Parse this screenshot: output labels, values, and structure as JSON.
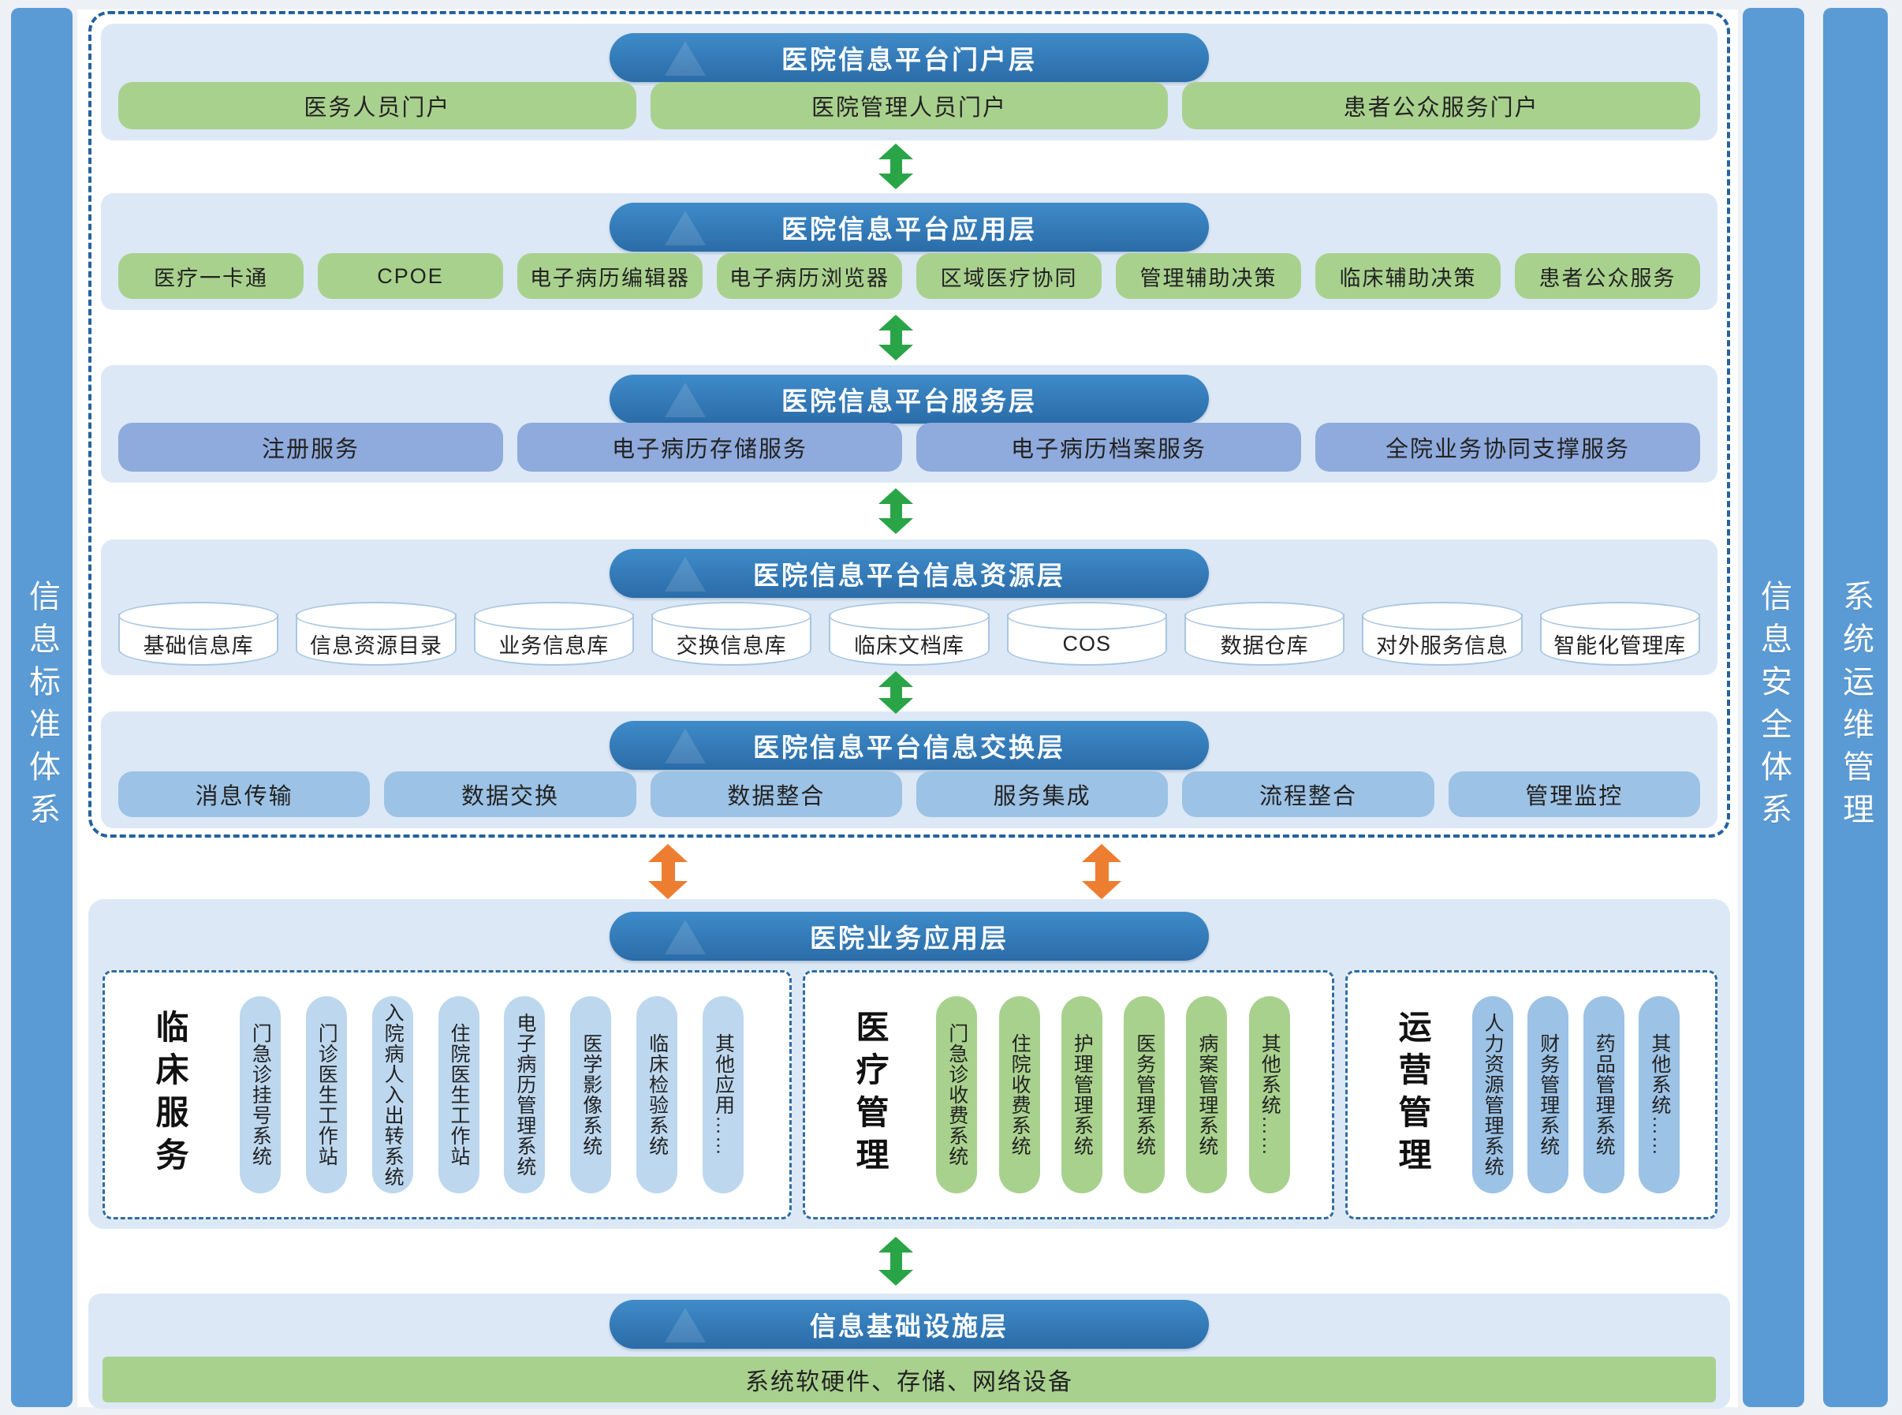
{
  "sidebars": {
    "left": "信息标准体系",
    "security": "信息安全体系",
    "operations": "系统运维管理"
  },
  "layers": {
    "portal": {
      "title": "医院信息平台门户层",
      "items": [
        "医务人员门户",
        "医院管理人员门户",
        "患者公众服务门户"
      ]
    },
    "application": {
      "title": "医院信息平台应用层",
      "items": [
        "医疗一卡通",
        "CPOE",
        "电子病历编辑器",
        "电子病历浏览器",
        "区域医疗协同",
        "管理辅助决策",
        "临床辅助决策",
        "患者公众服务"
      ]
    },
    "service": {
      "title": "医院信息平台服务层",
      "items": [
        "注册服务",
        "电子病历存储服务",
        "电子病历档案服务",
        "全院业务协同支撑服务"
      ]
    },
    "resource": {
      "title": "医院信息平台信息资源层",
      "items": [
        "基础信息库",
        "信息资源目录",
        "业务信息库",
        "交换信息库",
        "临床文档库",
        "COS",
        "数据仓库",
        "对外服务信息",
        "智能化管理库"
      ]
    },
    "exchange": {
      "title": "医院信息平台信息交换层",
      "items": [
        "消息传输",
        "数据交换",
        "数据整合",
        "服务集成",
        "流程整合",
        "管理监控"
      ]
    }
  },
  "business": {
    "title": "医院业务应用层",
    "groups": [
      {
        "label": "临床服务",
        "items": [
          "门急诊挂号系统",
          "门诊医生工作站",
          "入院病人入出转系统",
          "住院医生工作站",
          "电子病历管理系统",
          "医学影像系统",
          "临床检验系统",
          "其他应用……"
        ]
      },
      {
        "label": "医疗管理",
        "items": [
          "门急诊收费系统",
          "住院收费系统",
          "护理管理系统",
          "医务管理系统",
          "病案管理系统",
          "其他系统……"
        ]
      },
      {
        "label": "运营管理",
        "items": [
          "人力资源管理系统",
          "财务管理系统",
          "药品管理系统",
          "其他系统……"
        ]
      }
    ]
  },
  "infrastructure": {
    "title": "信息基础设施层",
    "bar": "系统软硬件、存储、网络设备"
  },
  "colors": {
    "title_blue": "#2e75b6",
    "band_blue": "#dce8f5",
    "green": "#a9d18e",
    "periwinkle": "#8faadc",
    "light_blue": "#9cc2e5",
    "pale_blue": "#bdd7ee",
    "sidebar_blue": "#5b9bd5",
    "arrow_green": "#29a447",
    "arrow_orange": "#ed7d31"
  }
}
